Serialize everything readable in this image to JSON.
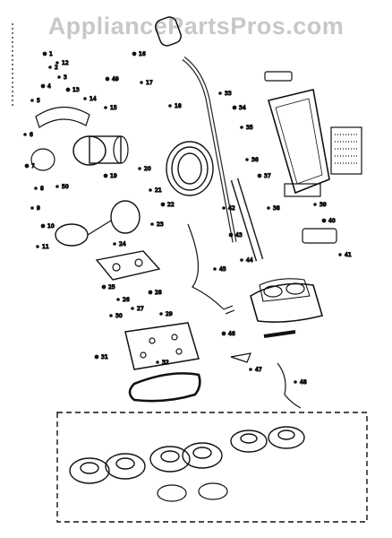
{
  "watermark": "AppliancePartsPros.com",
  "callouts": [
    "1",
    "2",
    "3",
    "4",
    "5",
    "6",
    "7",
    "8",
    "9",
    "10",
    "11",
    "12",
    "13",
    "14",
    "15",
    "16",
    "17",
    "18",
    "19",
    "20",
    "21",
    "22",
    "23",
    "24",
    "25",
    "26",
    "27",
    "28",
    "29",
    "30",
    "31",
    "32",
    "33",
    "34",
    "35",
    "36",
    "37",
    "38",
    "39",
    "40",
    "41",
    "42",
    "43",
    "44",
    "45",
    "46",
    "47",
    "48",
    "49",
    "50"
  ]
}
